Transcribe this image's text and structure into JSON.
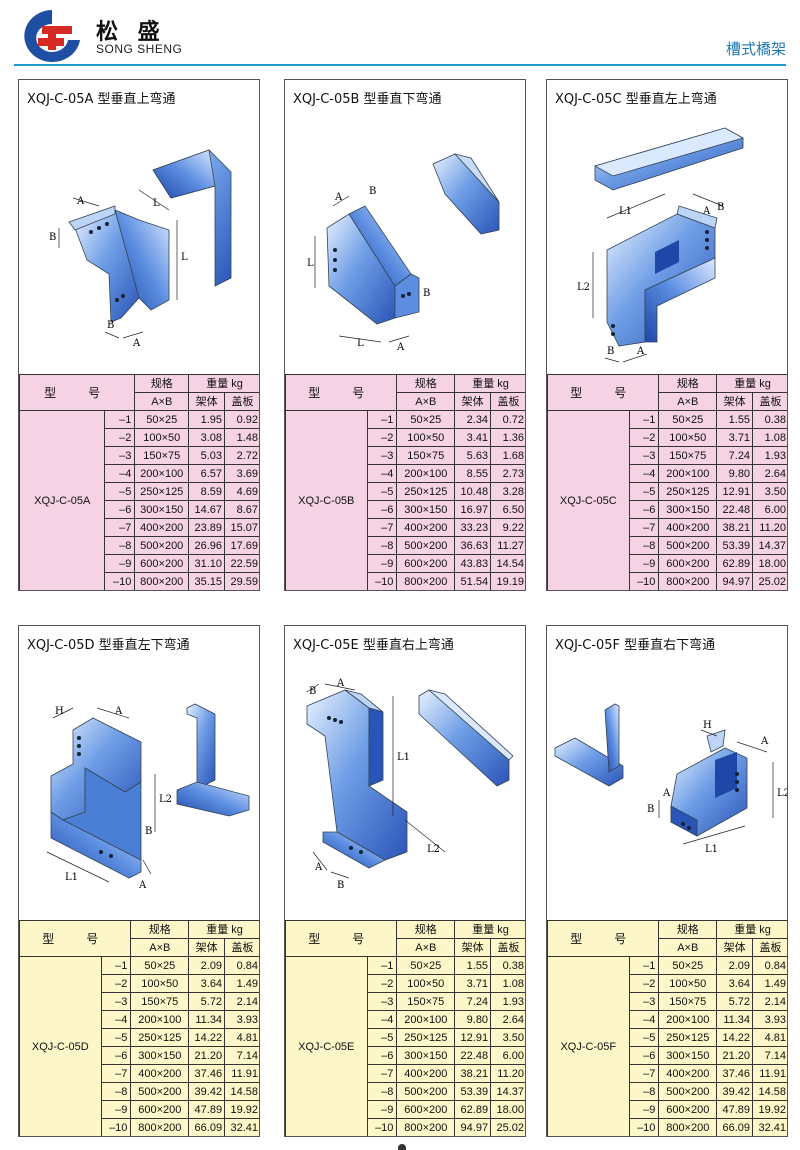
{
  "header": {
    "brand_cn": "松 盛",
    "brand_en": "SONG SHENG",
    "section_title": "槽式橋架",
    "logo_colors": {
      "blue": "#1e4fa3",
      "red": "#d62b22"
    }
  },
  "table_headers": {
    "model": "型　号",
    "spec": "规格",
    "spec_sub": "A×B",
    "weight": "重量 kg",
    "frame": "架体",
    "cover": "盖板"
  },
  "dims": {
    "A": "A",
    "B": "B",
    "L": "L",
    "L1": "L1",
    "L2": "L2",
    "H": "H"
  },
  "panels": [
    {
      "title": "XQJ-C-05A 型垂直上弯通",
      "model": "XQJ-C-05A",
      "rows": [
        {
          "idx": "–1",
          "spec": "50×25",
          "frame": "1.95",
          "cover": "0.92"
        },
        {
          "idx": "–2",
          "spec": "100×50",
          "frame": "3.08",
          "cover": "1.48"
        },
        {
          "idx": "–3",
          "spec": "150×75",
          "frame": "5.03",
          "cover": "2.72"
        },
        {
          "idx": "–4",
          "spec": "200×100",
          "frame": "6.57",
          "cover": "3.69"
        },
        {
          "idx": "–5",
          "spec": "250×125",
          "frame": "8.59",
          "cover": "4.69"
        },
        {
          "idx": "–6",
          "spec": "300×150",
          "frame": "14.67",
          "cover": "8.67"
        },
        {
          "idx": "–7",
          "spec": "400×200",
          "frame": "23.89",
          "cover": "15.07"
        },
        {
          "idx": "–8",
          "spec": "500×200",
          "frame": "26.96",
          "cover": "17.69"
        },
        {
          "idx": "–9",
          "spec": "600×200",
          "frame": "31.10",
          "cover": "22.59"
        },
        {
          "idx": "–10",
          "spec": "800×200",
          "frame": "35.15",
          "cover": "29.59"
        }
      ]
    },
    {
      "title": "XQJ-C-05B 型垂直下弯通",
      "model": "XQJ-C-05B",
      "rows": [
        {
          "idx": "–1",
          "spec": "50×25",
          "frame": "2.34",
          "cover": "0.72"
        },
        {
          "idx": "–2",
          "spec": "100×50",
          "frame": "3.41",
          "cover": "1.36"
        },
        {
          "idx": "–3",
          "spec": "150×75",
          "frame": "5.63",
          "cover": "1.68"
        },
        {
          "idx": "–4",
          "spec": "200×100",
          "frame": "8.55",
          "cover": "2.73"
        },
        {
          "idx": "–5",
          "spec": "250×125",
          "frame": "10.48",
          "cover": "3.28"
        },
        {
          "idx": "–6",
          "spec": "300×150",
          "frame": "16.97",
          "cover": "6.50"
        },
        {
          "idx": "–7",
          "spec": "400×200",
          "frame": "33.23",
          "cover": "9.22"
        },
        {
          "idx": "–8",
          "spec": "500×200",
          "frame": "36.63",
          "cover": "11.27"
        },
        {
          "idx": "–9",
          "spec": "600×200",
          "frame": "43.83",
          "cover": "14.54"
        },
        {
          "idx": "–10",
          "spec": "800×200",
          "frame": "51.54",
          "cover": "19.19"
        }
      ]
    },
    {
      "title": "XQJ-C-05C 型垂直左上弯通",
      "model": "XQJ-C-05C",
      "rows": [
        {
          "idx": "–1",
          "spec": "50×25",
          "frame": "1.55",
          "cover": "0.38"
        },
        {
          "idx": "–2",
          "spec": "100×50",
          "frame": "3.71",
          "cover": "1.08"
        },
        {
          "idx": "–3",
          "spec": "150×75",
          "frame": "7.24",
          "cover": "1.93"
        },
        {
          "idx": "–4",
          "spec": "200×100",
          "frame": "9.80",
          "cover": "2.64"
        },
        {
          "idx": "–5",
          "spec": "250×125",
          "frame": "12.91",
          "cover": "3.50"
        },
        {
          "idx": "–6",
          "spec": "300×150",
          "frame": "22.48",
          "cover": "6.00"
        },
        {
          "idx": "–7",
          "spec": "400×200",
          "frame": "38.21",
          "cover": "11.20"
        },
        {
          "idx": "–8",
          "spec": "500×200",
          "frame": "53.39",
          "cover": "14.37"
        },
        {
          "idx": "–9",
          "spec": "600×200",
          "frame": "62.89",
          "cover": "18.00"
        },
        {
          "idx": "–10",
          "spec": "800×200",
          "frame": "94.97",
          "cover": "25.02"
        }
      ]
    },
    {
      "title": "XQJ-C-05D 型垂直左下弯通",
      "model": "XQJ-C-05D",
      "rows": [
        {
          "idx": "–1",
          "spec": "50×25",
          "frame": "2.09",
          "cover": "0.84"
        },
        {
          "idx": "–2",
          "spec": "100×50",
          "frame": "3.64",
          "cover": "1.49"
        },
        {
          "idx": "–3",
          "spec": "150×75",
          "frame": "5.72",
          "cover": "2.14"
        },
        {
          "idx": "–4",
          "spec": "200×100",
          "frame": "11.34",
          "cover": "3.93"
        },
        {
          "idx": "–5",
          "spec": "250×125",
          "frame": "14.22",
          "cover": "4.81"
        },
        {
          "idx": "–6",
          "spec": "300×150",
          "frame": "21.20",
          "cover": "7.14"
        },
        {
          "idx": "–7",
          "spec": "400×200",
          "frame": "37.46",
          "cover": "11.91"
        },
        {
          "idx": "–8",
          "spec": "500×200",
          "frame": "39.42",
          "cover": "14.58"
        },
        {
          "idx": "–9",
          "spec": "600×200",
          "frame": "47.89",
          "cover": "19.92"
        },
        {
          "idx": "–10",
          "spec": "800×200",
          "frame": "66.09",
          "cover": "32.41"
        }
      ]
    },
    {
      "title": "XQJ-C-05E 型垂直右上弯通",
      "model": "XQJ-C-05E",
      "rows": [
        {
          "idx": "–1",
          "spec": "50×25",
          "frame": "1.55",
          "cover": "0.38"
        },
        {
          "idx": "–2",
          "spec": "100×50",
          "frame": "3.71",
          "cover": "1.08"
        },
        {
          "idx": "–3",
          "spec": "150×75",
          "frame": "7.24",
          "cover": "1.93"
        },
        {
          "idx": "–4",
          "spec": "200×100",
          "frame": "9.80",
          "cover": "2.64"
        },
        {
          "idx": "–5",
          "spec": "250×125",
          "frame": "12.91",
          "cover": "3.50"
        },
        {
          "idx": "–6",
          "spec": "300×150",
          "frame": "22.48",
          "cover": "6.00"
        },
        {
          "idx": "–7",
          "spec": "400×200",
          "frame": "38.21",
          "cover": "11.20"
        },
        {
          "idx": "–8",
          "spec": "500×200",
          "frame": "53.39",
          "cover": "14.37"
        },
        {
          "idx": "–9",
          "spec": "600×200",
          "frame": "62.89",
          "cover": "18.00"
        },
        {
          "idx": "–10",
          "spec": "800×200",
          "frame": "94.97",
          "cover": "25.02"
        }
      ]
    },
    {
      "title": "XQJ-C-05F 型垂直右下弯通",
      "model": "XQJ-C-05F",
      "rows": [
        {
          "idx": "–1",
          "spec": "50×25",
          "frame": "2.09",
          "cover": "0.84"
        },
        {
          "idx": "–2",
          "spec": "100×50",
          "frame": "3.64",
          "cover": "1.49"
        },
        {
          "idx": "–3",
          "spec": "150×75",
          "frame": "5.72",
          "cover": "2.14"
        },
        {
          "idx": "–4",
          "spec": "200×100",
          "frame": "11.34",
          "cover": "3.93"
        },
        {
          "idx": "–5",
          "spec": "250×125",
          "frame": "14.22",
          "cover": "4.81"
        },
        {
          "idx": "–6",
          "spec": "300×150",
          "frame": "21.20",
          "cover": "7.14"
        },
        {
          "idx": "–7",
          "spec": "400×200",
          "frame": "37.46",
          "cover": "11.91"
        },
        {
          "idx": "–8",
          "spec": "500×200",
          "frame": "39.42",
          "cover": "14.58"
        },
        {
          "idx": "–9",
          "spec": "600×200",
          "frame": "47.89",
          "cover": "19.92"
        },
        {
          "idx": "–10",
          "spec": "800×200",
          "frame": "66.09",
          "cover": "32.41"
        }
      ]
    }
  ]
}
